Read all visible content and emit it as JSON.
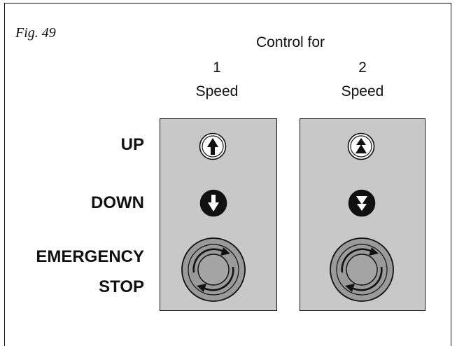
{
  "figure_label": "Fig. 49",
  "header": {
    "title": "Control for",
    "columns": [
      {
        "number": "1",
        "label": "Speed"
      },
      {
        "number": "2",
        "label": "Speed"
      }
    ]
  },
  "rows": {
    "up": "UP",
    "down": "DOWN",
    "emergency_line1": "EMERGENCY",
    "emergency_line2": "STOP"
  },
  "icons": {
    "col1_up": "single-arrow-up-icon",
    "col1_down": "single-arrow-down-icon",
    "col2_up": "double-arrow-up-icon",
    "col2_down": "double-arrow-down-icon",
    "emergency": "emergency-stop-icon"
  },
  "colors": {
    "panel": "#c8c8c8",
    "outline": "#111111",
    "stop_button": "#9a9a9a"
  }
}
